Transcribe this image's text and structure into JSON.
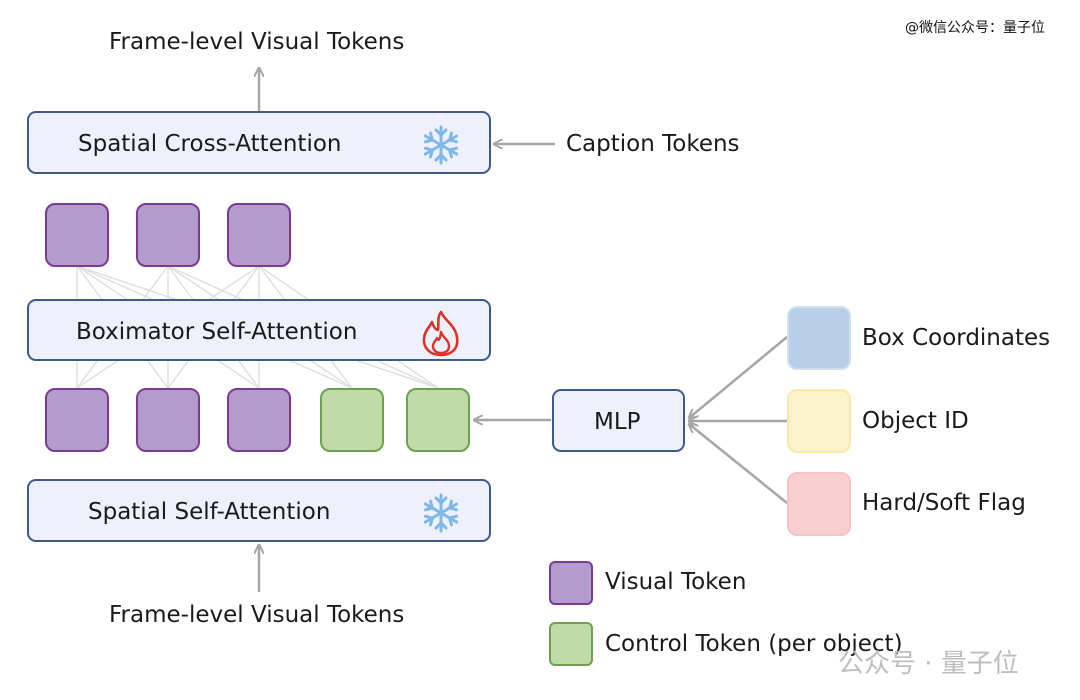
{
  "top_label": "Frame-level Visual Tokens",
  "bottom_label": "Frame-level Visual Tokens",
  "blocks": {
    "cross_attention": "Spatial Cross-Attention",
    "boximator": "Boximator Self-Attention",
    "self_attention": "Spatial Self-Attention",
    "mlp": "MLP"
  },
  "caption_tokens": "Caption Tokens",
  "inputs": {
    "box": "Box Coordinates",
    "object_id": "Object ID",
    "flag": "Hard/Soft Flag"
  },
  "legend": {
    "visual": "Visual Token",
    "control": "Control Token (per object)"
  },
  "watermark_top": "@微信公众号：量子位",
  "watermark_bottom": "公众号 · 量子位",
  "colors": {
    "block_fill": "#eef1fb",
    "block_border": "#3d5a8c",
    "visual_token": "#b39bcd",
    "control_token": "#bfdca8",
    "box_coord": "#b7cfe8",
    "object_id": "#fcf2cc",
    "flag": "#f7cfd0",
    "frozen_icon": "#7fb8e6",
    "trainable_icon": "#d9332a"
  },
  "icons": {
    "cross_attention": "snowflake-icon",
    "boximator": "flame-icon",
    "self_attention": "snowflake-icon"
  }
}
